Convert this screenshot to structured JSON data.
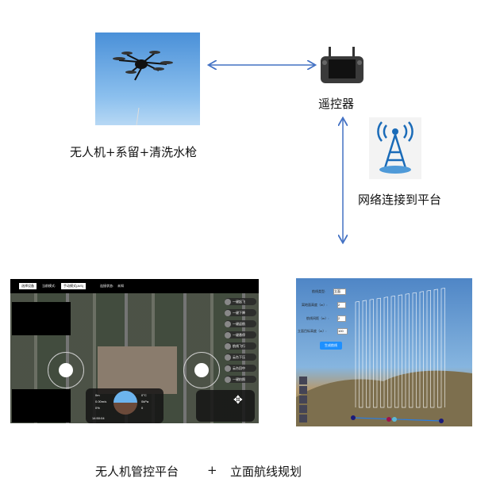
{
  "captions": {
    "drone": "无人机+系留+清洗水枪",
    "remote": "遥控器",
    "network": "网络连接到平台",
    "bottom": "无人机管控平台",
    "plus": "+",
    "route": "立面航线规划"
  },
  "platform": {
    "select_device": "选择设备",
    "mode_label": "当前模式:",
    "mode_value": "手动模式(A/S)",
    "conn_label": "连接状态:",
    "conn_value": "未知",
    "side_buttons": [
      "一键起飞",
      "一键下降",
      "一键返航",
      "一键悬停",
      "航线飞行",
      "云台下压",
      "云台回中",
      "一键拍照"
    ],
    "telemetry": {
      "height": "0m",
      "speed": "0.00m/s",
      "battery": "0%",
      "temp": "0°C",
      "pressure": "0kPa",
      "sats": "0",
      "time": "14:50:04"
    }
  },
  "route_panel": {
    "type_label": "航线类型:",
    "type_value": "立面",
    "ground_label": "离地面高度（m）:",
    "ground_value": "2",
    "spacing_label": "航线间距（m）:",
    "spacing_value": "2",
    "target_label": "立面目标高度（m）:",
    "target_value": "100",
    "generate": "生成航线"
  },
  "colors": {
    "arrow": "#4472c4",
    "generate": "#1e90ff"
  }
}
